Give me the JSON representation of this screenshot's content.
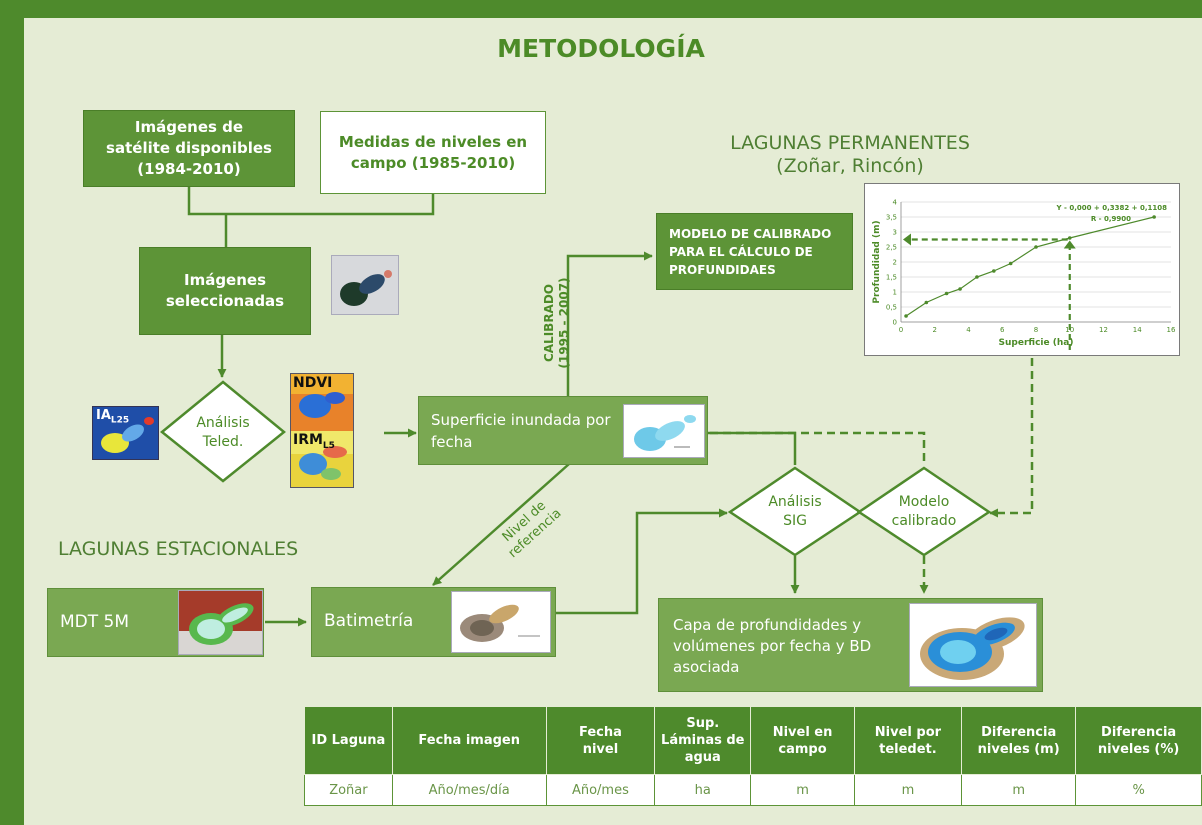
{
  "title": "METODOLOGÍA",
  "sections": {
    "permanent_line1": "LAGUNAS PERMANENTES",
    "permanent_line2": "(Zoñar, Rincón)",
    "seasonal": "LAGUNAS ESTACIONALES"
  },
  "boxes": {
    "satellite": "Imágenes de satélite disponibles (1984-2010)",
    "field_levels": "Medidas de niveles en campo (1985-2010)",
    "selected": "Imágenes seleccionadas",
    "calibration_model": "MODELO DE CALIBRADO PARA EL CÁLCULO DE PROFUNDIDAES",
    "flooded_surface": "Superficie inundada por fecha",
    "mdt": "MDT 5M",
    "bathymetry": "Batimetría",
    "depth_layer": "Capa de profundidades y volúmenes por fecha y BD asociada"
  },
  "decisions": {
    "teled_line1": "Análisis",
    "teled_line2": "Teled.",
    "sig_line1": "Análisis",
    "sig_line2": "SIG",
    "model_line1": "Modelo",
    "model_line2": "calibrado"
  },
  "edge_labels": {
    "calibrado_line1": "CALIBRADO",
    "calibrado_line2": "(1995 - 2007)",
    "reference_line1": "Nivel de",
    "reference_line2": "referencia"
  },
  "image_labels": {
    "ia": "IA",
    "ia_sub": "L25",
    "ndvi": "NDVI",
    "irm": "IRM",
    "irm_sub": "L5"
  },
  "chart_data": {
    "type": "scatter",
    "xlabel": "Superficie (ha)",
    "ylabel": "Profundidad (m)",
    "xlim": [
      0,
      16
    ],
    "ylim": [
      0,
      4
    ],
    "xticks": [
      "0",
      "2",
      "4",
      "6",
      "8",
      "10",
      "12",
      "14",
      "16"
    ],
    "yticks": [
      "0",
      "0,5",
      "1",
      "1,5",
      "2",
      "2,5",
      "3",
      "3,5",
      "4"
    ],
    "equation": "Y - 0,000 + 0,3382 + 0,1108",
    "r_label": "R - 0,9900",
    "grid": true,
    "points": [
      {
        "x": 0.3,
        "y": 0.2
      },
      {
        "x": 1.5,
        "y": 0.65
      },
      {
        "x": 2.7,
        "y": 0.95
      },
      {
        "x": 3.5,
        "y": 1.1
      },
      {
        "x": 4.5,
        "y": 1.5
      },
      {
        "x": 5.5,
        "y": 1.7
      },
      {
        "x": 6.5,
        "y": 1.95
      },
      {
        "x": 8.0,
        "y": 2.5
      },
      {
        "x": 10.0,
        "y": 2.8
      },
      {
        "x": 15.0,
        "y": 3.5
      }
    ],
    "reading": {
      "x": 10,
      "y": 2.75
    }
  },
  "table": {
    "headers": [
      "ID Laguna",
      "Fecha imagen",
      "Fecha nivel",
      "Sup. Láminas de agua",
      "Nivel en campo",
      "Nivel por teledet.",
      "Diferencia niveles (m)",
      "Diferencia niveles (%)"
    ],
    "row": [
      "Zoñar",
      "Año/mes/día",
      "Año/mes",
      "ha",
      "m",
      "m",
      "m",
      "%"
    ]
  },
  "colors": {
    "frame": "#4e8a2c",
    "panel": "#e5ecd5",
    "box_dark": "#5d9437",
    "box_mid": "#7aa852",
    "text_green": "#4c8b27"
  }
}
